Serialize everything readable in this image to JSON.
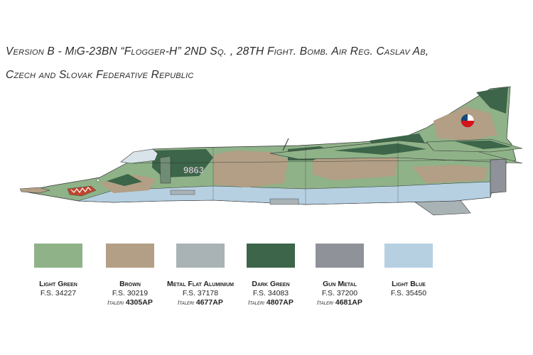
{
  "caption": {
    "line1": "Version B - MiG-23BN “Flogger-H” 2ND Sq. , 28TH Fight. Bomb. Air Reg. Caslav Ab,",
    "line2": "Czech and Slovak Federative Republic"
  },
  "aircraft": {
    "tail_number": "9863"
  },
  "colors": {
    "light_green": "#8fb288",
    "brown": "#b29f85",
    "metal_flat_aluminium": "#a9b3b6",
    "dark_green": "#3c6549",
    "gun_metal": "#8f9299",
    "light_blue": "#b6d0e2"
  },
  "palette": [
    {
      "name": "Light Green",
      "fs": "F.S. 34227",
      "brand": "",
      "code": "",
      "color": "#8fb288"
    },
    {
      "name": "Brown",
      "fs": "F.S. 30219",
      "brand": "Italeri",
      "code": "4305AP",
      "color": "#b29f85"
    },
    {
      "name": "Metal Flat Aluminium",
      "fs": "F.S. 37178",
      "brand": "Italeri",
      "code": "4677AP",
      "color": "#a9b3b6"
    },
    {
      "name": "Dark Green",
      "fs": "F.S. 34083",
      "brand": "Italeri",
      "code": "4807AP",
      "color": "#3c6549"
    },
    {
      "name": "Gun Metal",
      "fs": "F.S. 37200",
      "brand": "Italeri",
      "code": "4681AP",
      "color": "#8f9299"
    },
    {
      "name": "Light Blue",
      "fs": "F.S. 35450",
      "brand": "",
      "code": "",
      "color": "#b6d0e2"
    }
  ]
}
